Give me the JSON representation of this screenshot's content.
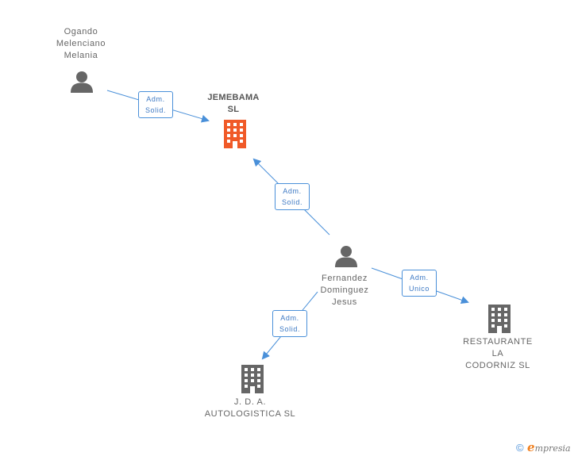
{
  "nodes": {
    "ogando": {
      "label": "Ogando\nMelenciano\nMelania",
      "type": "person"
    },
    "jemebama": {
      "label": "JEMEBAMA\nSL",
      "type": "company-main"
    },
    "fernandez": {
      "label": "Fernandez\nDominguez\nJesus",
      "type": "person"
    },
    "restaurante": {
      "label": "RESTAURANTE\nLA\nCODORNIZ SL",
      "type": "company"
    },
    "jda": {
      "label": "J. D. A.\nAUTOLOGISTICA SL",
      "type": "company"
    }
  },
  "edges": [
    {
      "from": "ogando",
      "to": "jemebama",
      "label": "Adm.\nSolid."
    },
    {
      "from": "fernandez",
      "to": "jemebama",
      "label": "Adm.\nSolid."
    },
    {
      "from": "fernandez",
      "to": "restaurante",
      "label": "Adm.\nUnico"
    },
    {
      "from": "fernandez",
      "to": "jda",
      "label": "Adm.\nSolid."
    }
  ],
  "colors": {
    "edge": "#4a90d9",
    "person": "#666666",
    "company": "#666666",
    "company_main": "#f05a28"
  },
  "footer": {
    "copyright": "©",
    "brand_initial": "e",
    "brand_rest": "mpresia"
  }
}
